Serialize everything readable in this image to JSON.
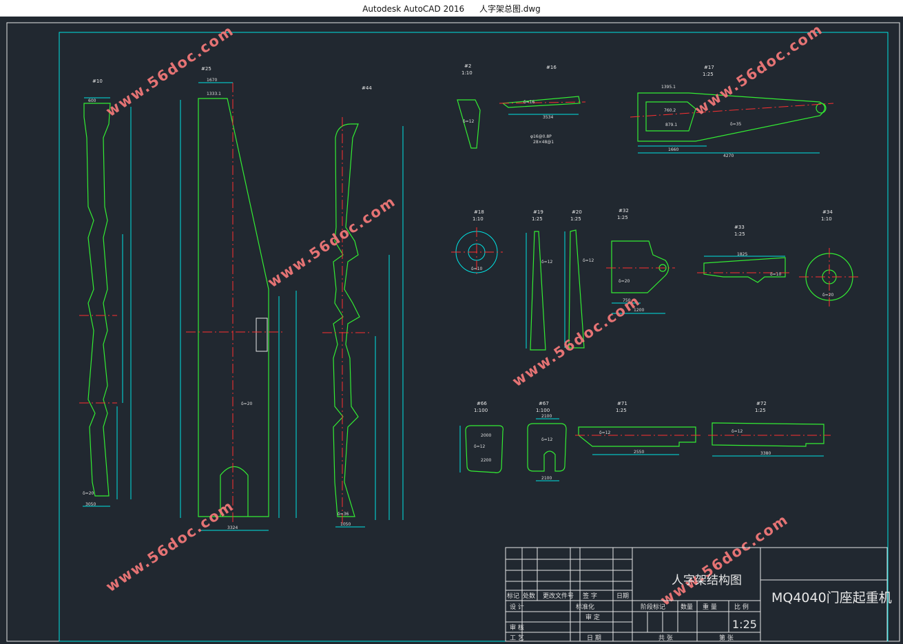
{
  "window": {
    "app": "Autodesk AutoCAD 2016",
    "document": "人字架总图.dwg"
  },
  "parts": [
    {
      "id": "#10",
      "scale": ""
    },
    {
      "id": "#25",
      "scale": ""
    },
    {
      "id": "#44",
      "scale": ""
    },
    {
      "id": "#2",
      "scale": "1:10"
    },
    {
      "id": "#16",
      "scale": ""
    },
    {
      "id": "#17",
      "scale": "1:25"
    },
    {
      "id": "#18",
      "scale": "1:10"
    },
    {
      "id": "#19",
      "scale": "1:25"
    },
    {
      "id": "#20",
      "scale": "1:25"
    },
    {
      "id": "#32",
      "scale": "1:25"
    },
    {
      "id": "#33",
      "scale": "1:25"
    },
    {
      "id": "#34",
      "scale": "1:10"
    },
    {
      "id": "#66",
      "scale": "1:100"
    },
    {
      "id": "#67",
      "scale": "1:100"
    },
    {
      "id": "#71",
      "scale": "1:25"
    },
    {
      "id": "#72",
      "scale": "1:25"
    }
  ],
  "watermark": "www.56doc.com",
  "title_block": {
    "drawing_title": "人字架结构图",
    "project": "MQ4040门座起重机",
    "scale": "1:25",
    "labels": {
      "mark": "标记",
      "count": "处数",
      "change_doc": "更改文件号",
      "sign": "签 字",
      "date": "日期",
      "design": "设 计",
      "standardize": "标准化",
      "review": "审 核",
      "approve": "审 定",
      "process": "工 艺",
      "date2": "日 期",
      "stage_mark": "阶段标记",
      "quantity": "数量",
      "weight": "重 量",
      "ratio": "比 例",
      "total": "共 张",
      "sheet": "第 张"
    }
  }
}
